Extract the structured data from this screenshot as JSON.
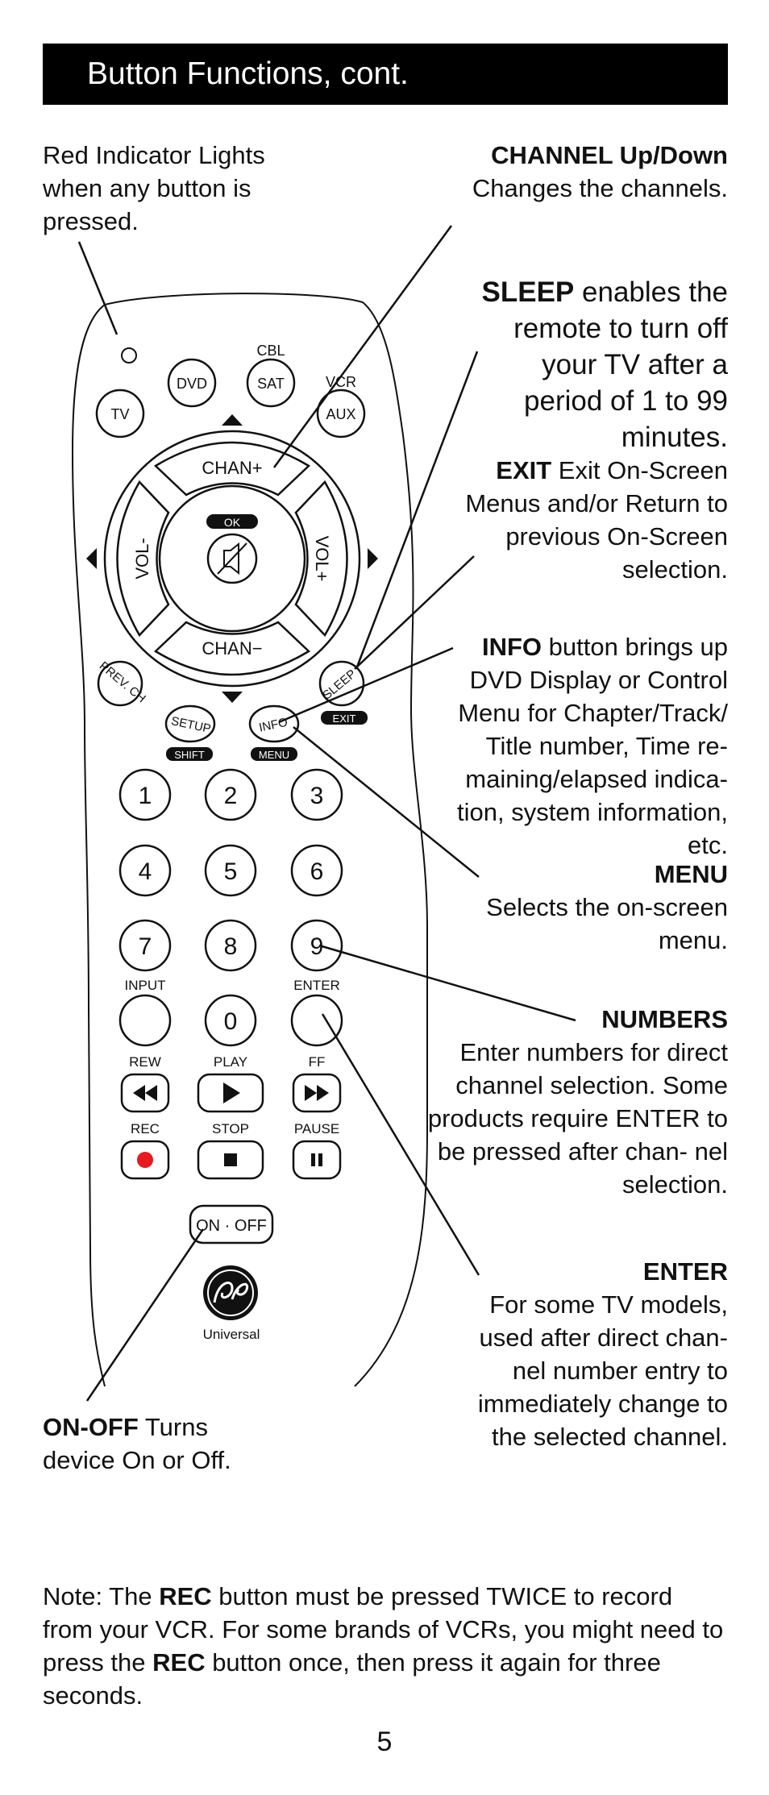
{
  "header": {
    "title": "Button Functions, cont."
  },
  "annotations": {
    "red_indicator": "Red Indicator Lights when any button is pressed.",
    "channel": {
      "heading": "CHANNEL Up/Down",
      "body": "Changes the channels."
    },
    "sleep": {
      "heading": "SLEEP",
      "body": "enables the remote to turn off your TV after a period of 1 to 99 minutes."
    },
    "exit": {
      "heading": "EXIT",
      "body": "Exit On-Screen Menus and/or Return to previous On-Screen selection."
    },
    "info": {
      "heading": "INFO",
      "body": "button brings up DVD Display or Control Menu for Chapter/Track/ Title number, Time re- maining/elapsed indica- tion, system information, etc."
    },
    "menu": {
      "heading": "MENU",
      "body": "Selects the on-screen menu."
    },
    "numbers": {
      "heading": "NUMBERS",
      "body": "Enter numbers for direct channel selection. Some products require ENTER to be pressed after chan- nel selection."
    },
    "enter": {
      "heading": "ENTER",
      "body": "For some TV models, used after direct chan- nel number entry to immediately change to the selected channel."
    },
    "onoff": {
      "heading": "ON-OFF",
      "body": "Turns device On or Off."
    }
  },
  "remote": {
    "buttons": {
      "tv": "TV",
      "dvd": "DVD",
      "cbl": "CBL",
      "sat": "SAT",
      "vcr": "VCR",
      "aux": "AUX",
      "chan_up": "CHAN+",
      "chan_down": "CHAN−",
      "vol_down": "VOL-",
      "vol_up": "VOL+",
      "ok": "OK",
      "prev_ch": "PREV. CH",
      "sleep": "SLEEP",
      "exit": "EXIT",
      "setup": "SETUP",
      "shift": "SHIFT",
      "info": "INFO",
      "menu": "MENU",
      "digits": [
        "1",
        "2",
        "3",
        "4",
        "5",
        "6",
        "7",
        "8",
        "9",
        "0"
      ],
      "input": "INPUT",
      "enter": "ENTER",
      "rew": "REW",
      "play": "PLAY",
      "ff": "FF",
      "rec": "REC",
      "stop": "STOP",
      "pause": "PAUSE",
      "on_off": "ON · OFF"
    },
    "brand": "Universal",
    "rec_color": "#e8191f"
  },
  "note": {
    "prefix": "Note: The ",
    "rec1": "REC",
    "mid": " button must be pressed TWICE to record from your VCR. For some brands of VCRs, you might need to press the ",
    "rec2": "REC",
    "suffix": " button once, then press it again for three seconds."
  },
  "page_number": "5"
}
